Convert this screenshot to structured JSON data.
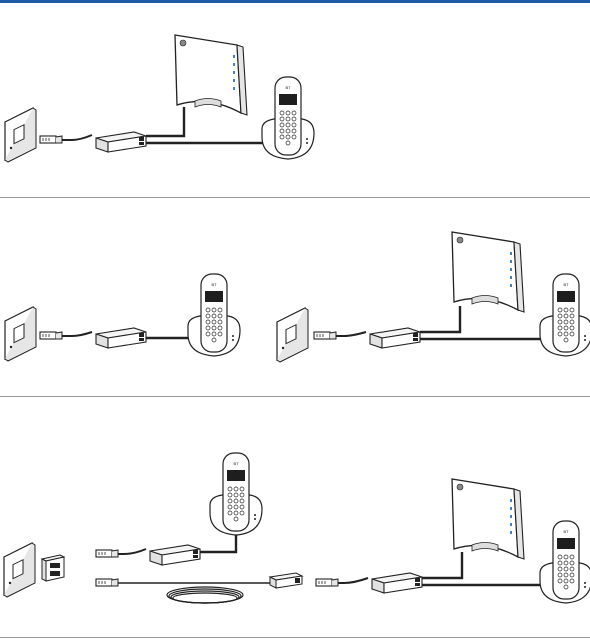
{
  "colors": {
    "header_rule": "#1f5aa6",
    "divider": "#9a9a9a",
    "line": "#222222",
    "panel_fill": "#ffffff",
    "shade": "#d9d9d9",
    "hub_lights": "#4a7fc6"
  },
  "panels": [
    {
      "id": "panel-1",
      "items": [
        "wall-socket",
        "microfilter",
        "hub",
        "phone"
      ]
    },
    {
      "id": "panel-2",
      "items": [
        "wall-socket",
        "microfilter",
        "phone",
        "wall-socket",
        "microfilter",
        "hub",
        "phone"
      ]
    },
    {
      "id": "panel-3",
      "items": [
        "wall-socket",
        "splitter",
        "microfilter",
        "phone",
        "cable-coil",
        "connector",
        "microfilter",
        "hub",
        "phone"
      ]
    }
  ],
  "icons": [
    "wall-socket-icon",
    "microfilter-icon",
    "hub-icon",
    "phone-icon",
    "splitter-icon",
    "cable-coil-icon"
  ]
}
